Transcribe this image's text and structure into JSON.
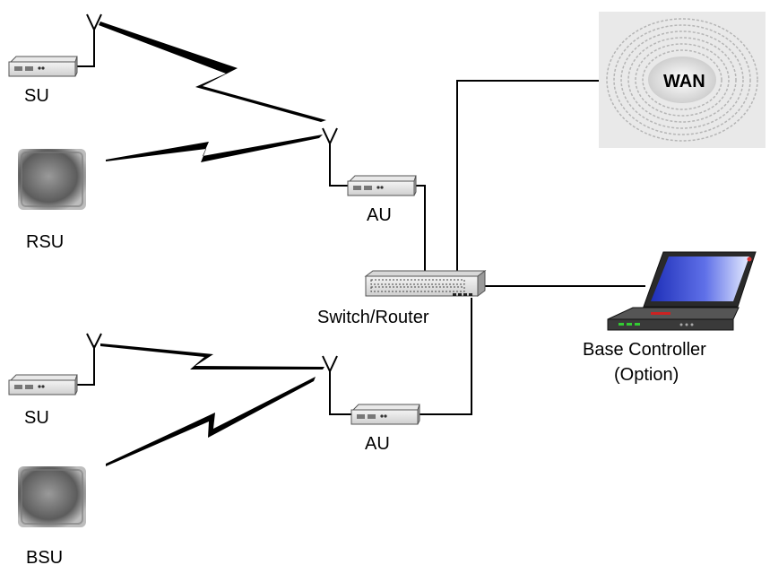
{
  "labels": {
    "su_top": "SU",
    "rsu": "RSU",
    "au_top": "AU",
    "switch": "Switch/Router",
    "su_bottom": "SU",
    "bsu": "BSU",
    "au_bottom": "AU",
    "wan": "WAN",
    "base_controller": "Base Controller",
    "base_controller_sub": "(Option)"
  },
  "icons": {
    "radio_unit": "radio-unit-icon",
    "antenna": "antenna-icon",
    "outdoor_unit": "outdoor-unit-icon",
    "switch": "switch-router-icon",
    "cloud": "wan-cloud-icon",
    "laptop": "laptop-icon",
    "wireless_link": "lightning-link-icon"
  }
}
